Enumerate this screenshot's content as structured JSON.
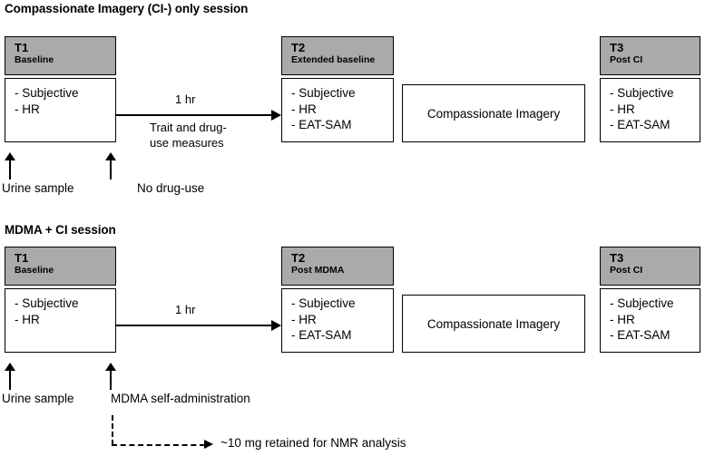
{
  "figure": {
    "sessions": [
      {
        "id": "ci-only",
        "title": "Compassionate Imagery (CI-) only session",
        "timepoints": [
          {
            "code": "T1",
            "subtitle": "Baseline",
            "items": [
              "- Subjective",
              "- HR"
            ]
          },
          {
            "code": "T2",
            "subtitle": "Extended baseline",
            "items": [
              "- Subjective",
              "- HR",
              "- EAT-SAM"
            ]
          },
          {
            "code": "T3",
            "subtitle": "Post CI",
            "items": [
              "- Subjective",
              "- HR",
              "- EAT-SAM"
            ]
          }
        ],
        "intervention_box": "Compassionate Imagery",
        "arrow": {
          "label_top": "1 hr",
          "label_bottom_line1": "Trait and drug-",
          "label_bottom_line2": "use measures"
        },
        "annotations": [
          {
            "icon": "up-arrow-icon",
            "label": "Urine sample"
          },
          {
            "icon": "up-arrow-icon",
            "label": "No drug-use"
          }
        ]
      },
      {
        "id": "mdma-ci",
        "title": "MDMA + CI session",
        "timepoints": [
          {
            "code": "T1",
            "subtitle": "Baseline",
            "items": [
              "- Subjective",
              "- HR"
            ]
          },
          {
            "code": "T2",
            "subtitle": "Post MDMA",
            "items": [
              "- Subjective",
              "- HR",
              "- EAT-SAM"
            ]
          },
          {
            "code": "T3",
            "subtitle": "Post CI",
            "items": [
              "- Subjective",
              "- HR",
              "- EAT-SAM"
            ]
          }
        ],
        "intervention_box": "Compassionate Imagery",
        "arrow": {
          "label_top": "1 hr",
          "label_bottom_line1": "",
          "label_bottom_line2": ""
        },
        "annotations": [
          {
            "icon": "up-arrow-icon",
            "label": "Urine sample"
          },
          {
            "icon": "up-arrow-icon",
            "label": "MDMA self-administration"
          }
        ],
        "dashed_note": {
          "icon": "dashed-arrow-icon",
          "label": "~10 mg retained for NMR analysis"
        }
      }
    ],
    "colors": {
      "header_fill": "#aaaaaa",
      "box_border": "#000000",
      "box_fill": "#ffffff",
      "text": "#000000"
    }
  }
}
